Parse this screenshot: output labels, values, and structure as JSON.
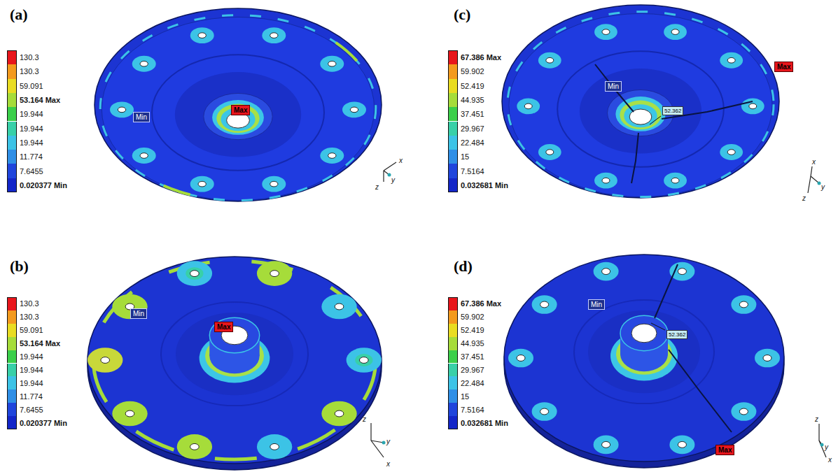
{
  "diagram": {
    "labels": [
      "(a)",
      "Min",
      "Max",
      "x",
      "y",
      "z",
      "(b)",
      "Min",
      "Max",
      "x",
      "y",
      "z",
      "(c)",
      "Min",
      "Max",
      "52.362",
      "x",
      "y",
      "z",
      "(d)",
      "Min",
      "52.362",
      "Max",
      "z",
      "y",
      "x"
    ],
    "legend": [
      {
        "text": "130.3",
        "color": "#e8161c"
      },
      {
        "text": "130.3",
        "color": "#f39a1e"
      },
      {
        "text": "59.091",
        "color": "#e9dc22"
      },
      {
        "text": "53.164 Max",
        "color": "#a6dc3a"
      },
      {
        "text": "19.944",
        "color": "#3bcf4a"
      },
      {
        "text": "19.944",
        "color": "#38d0a8"
      },
      {
        "text": "19.944",
        "color": "#3cc3e6"
      },
      {
        "text": "11.774",
        "color": "#2f8fe6"
      },
      {
        "text": "7.6455",
        "color": "#1f45dc"
      },
      {
        "text": "0.020377 Min",
        "color": "#1326c8"
      },
      {
        "text": "130.3",
        "color": "#e8161c"
      },
      {
        "text": "130.3",
        "color": "#f39a1e"
      },
      {
        "text": "59.091",
        "color": "#e9dc22"
      },
      {
        "text": "53.164 Max",
        "color": "#a6dc3a"
      },
      {
        "text": "19.944",
        "color": "#3bcf4a"
      },
      {
        "text": "19.944",
        "color": "#38d0a8"
      },
      {
        "text": "19.944",
        "color": "#3cc3e6"
      },
      {
        "text": "11.774",
        "color": "#2f8fe6"
      },
      {
        "text": "7.6455",
        "color": "#1f45dc"
      },
      {
        "text": "0.020377 Min",
        "color": "#1326c8"
      },
      {
        "text": "67.386 Max",
        "color": "#e8161c"
      },
      {
        "text": "59.902",
        "color": "#f39a1e"
      },
      {
        "text": "52.419",
        "color": "#e9dc22"
      },
      {
        "text": "44.935",
        "color": "#a6dc3a"
      },
      {
        "text": "37.451",
        "color": "#3bcf4a"
      },
      {
        "text": "29.967",
        "color": "#38d0a8"
      },
      {
        "text": "22.484",
        "color": "#3cc3e6"
      },
      {
        "text": "15",
        "color": "#2f8fe6"
      },
      {
        "text": "7.5164",
        "color": "#1f45dc"
      },
      {
        "text": "0.032681 Min",
        "color": "#1326c8"
      },
      {
        "text": "67.386 Max",
        "color": "#e8161c"
      },
      {
        "text": "59.902",
        "color": "#f39a1e"
      },
      {
        "text": "52.419",
        "color": "#e9dc22"
      },
      {
        "text": "44.935",
        "color": "#a6dc3a"
      },
      {
        "text": "37.451",
        "color": "#3bcf4a"
      },
      {
        "text": "29.967",
        "color": "#38d0a8"
      },
      {
        "text": "22.484",
        "color": "#3cc3e6"
      },
      {
        "text": "15",
        "color": "#2f8fe6"
      },
      {
        "text": "7.5164",
        "color": "#1f45dc"
      },
      {
        "text": "0.032681 Min",
        "color": "#1326c8"
      }
    ]
  }
}
